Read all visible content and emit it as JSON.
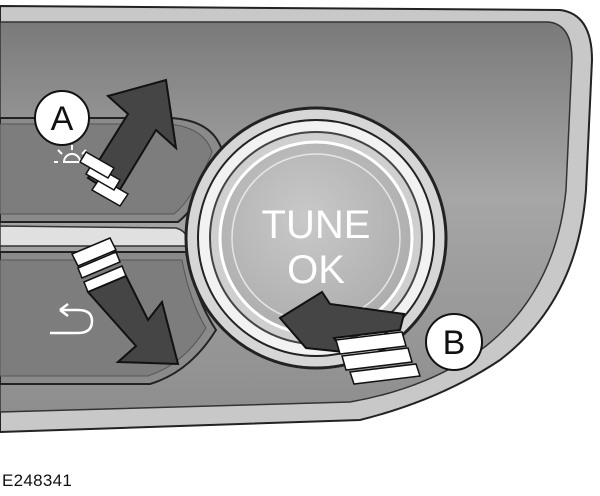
{
  "knob": {
    "label_line1": "TUNE",
    "label_line2": "OK",
    "press_callout": "B"
  },
  "side_button_callout": "A",
  "upper_button_icon": "brightness-sun-icon",
  "lower_button_icon": "back-arrow-icon",
  "figure_id": "E248341",
  "colors": {
    "panel": "#9a9a9a",
    "panel_dark": "#6f6f6f",
    "arrow_fill": "#4a4a4a",
    "knob_face": "#bdbdbd"
  }
}
